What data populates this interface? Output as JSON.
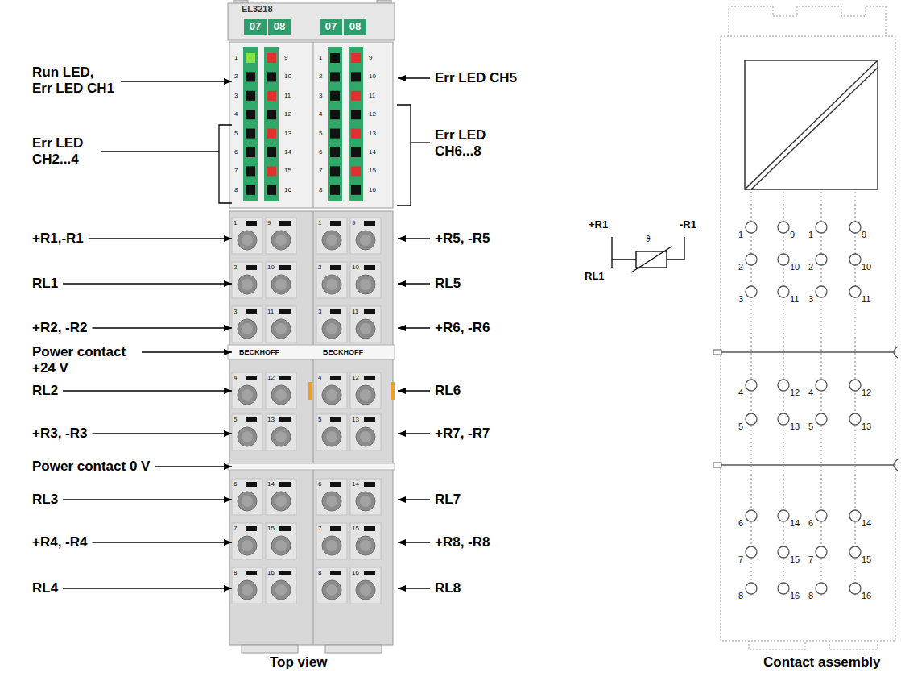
{
  "diagram": {
    "labels": [
      "EL3218",
      "07",
      "08",
      "07",
      "08",
      "Run LED, Err LED CH1",
      "Err LED CH2...4",
      "+R1,-R1",
      "RL1",
      "+R2, -R2",
      "Power contact +24 V",
      "RL2",
      "+R3, -R3",
      "Power contact 0 V",
      "RL3",
      "+R4, -R4",
      "RL4",
      "Err LED CH5",
      "Err LED CH6...8",
      "+R5, -R5",
      "RL5",
      "+R6, -R6",
      "RL6",
      "+R7, -R7",
      "RL7",
      "+R8, -R8",
      "RL8",
      "BECKHOFF",
      "BECKHOFF",
      "+R1",
      "-R1",
      "RL1",
      "ϑ",
      "Top view",
      "Contact assembly",
      "1",
      "9",
      "2",
      "10",
      "3",
      "11",
      "4",
      "12",
      "5",
      "13",
      "6",
      "14",
      "7",
      "15",
      "8",
      "16",
      "1",
      "9",
      "2",
      "10",
      "3",
      "11",
      "4",
      "12",
      "5",
      "13",
      "6",
      "14",
      "7",
      "15",
      "8",
      "16",
      "1",
      "9",
      "2",
      "10",
      "3",
      "11",
      "4",
      "12",
      "5",
      "13",
      "6",
      "14",
      "7",
      "15",
      "8",
      "16",
      "1",
      "9",
      "2",
      "10",
      "3",
      "11",
      "4",
      "12",
      "5",
      "13",
      "6",
      "14",
      "7",
      "15",
      "8",
      "16",
      "1",
      "9",
      "2",
      "10",
      "3",
      "11",
      "4",
      "12",
      "5",
      "13",
      "6",
      "14",
      "7",
      "15",
      "8",
      "16",
      "1",
      "9",
      "2",
      "10",
      "3",
      "11",
      "4",
      "12",
      "5",
      "13",
      "6",
      "14",
      "7",
      "15",
      "8",
      "16"
    ]
  }
}
